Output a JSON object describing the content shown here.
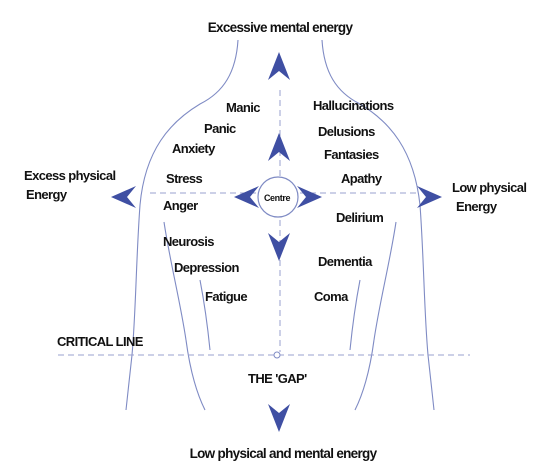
{
  "title_top": "Excessive mental energy",
  "title_bottom": "Low physical and mental energy",
  "left_axis": [
    "Excess physical",
    "Energy"
  ],
  "right_axis": [
    "Low physical",
    "Energy"
  ],
  "centre": "Centre",
  "critical_line": "CRITICAL LINE",
  "gap": "THE 'GAP'",
  "left_states": [
    "Manic",
    "Panic",
    "Anxiety",
    "Stress",
    "Anger",
    "Neurosis",
    "Depression",
    "Fatigue"
  ],
  "right_states": [
    "Hallucinations",
    "Delusions",
    "Fantasies",
    "Apathy",
    "Delirium",
    "Dementia",
    "Coma"
  ],
  "colors": {
    "arrow": "#3f4fa3",
    "body_outline": "#7f8bc4",
    "dashed_line": "#9aa0cf",
    "text": "#111111"
  },
  "icons": [
    "arrow-up-icon",
    "arrow-down-icon",
    "arrow-left-icon",
    "arrow-right-icon"
  ]
}
